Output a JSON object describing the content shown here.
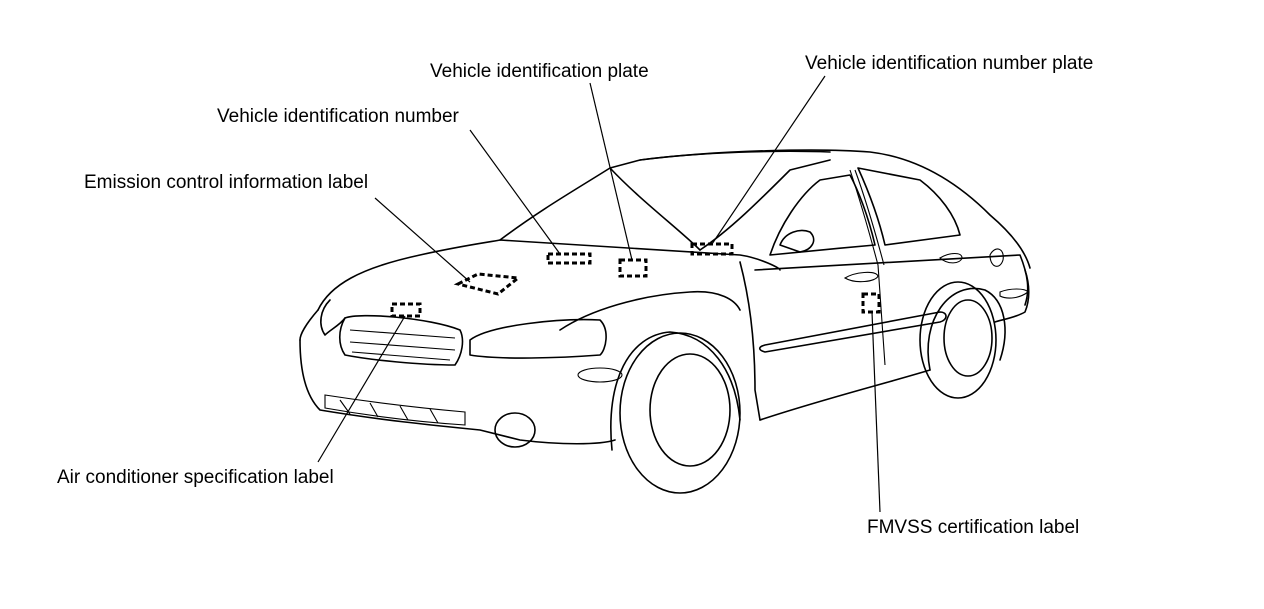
{
  "labels": {
    "vin_plate": "Vehicle identification plate",
    "vin_number_plate": "Vehicle identification number plate",
    "vin": "Vehicle identification number",
    "emission": "Emission control information label",
    "air_conditioner": "Air conditioner specification label",
    "fmvss": "FMVSS certification label"
  }
}
